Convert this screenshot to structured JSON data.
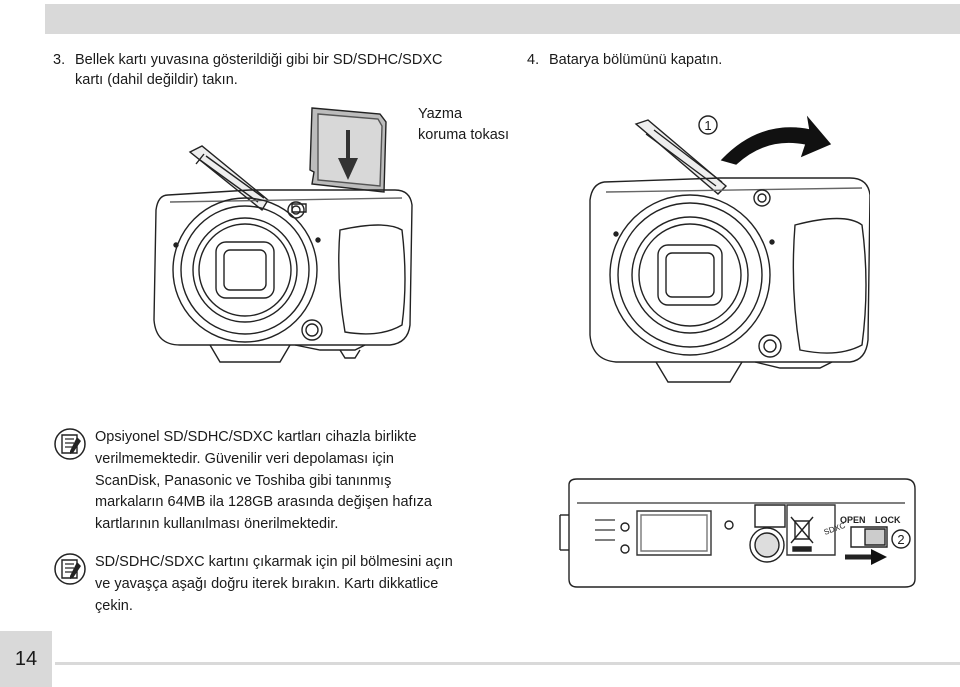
{
  "steps": [
    {
      "number": "3.",
      "line1": "Bellek kartı yuvasına gösterildiği gibi bir SD/SDHC/SDXC",
      "line2": "kartı (dahil değildir) takın."
    },
    {
      "number": "4.",
      "line1": "Batarya bölümünü kapatın."
    }
  ],
  "labels": {
    "write_protect_line1": "Yazma",
    "write_protect_line2": "koruma tokası",
    "callout_1": "①",
    "callout_2": "②",
    "open": "OPEN",
    "lock": "LOCK"
  },
  "notes": [
    {
      "lines": [
        "Opsiyonel SD/SDHC/SDXC kartları cihazla birlikte",
        "verilmemektedir. Güvenilir veri depolaması için",
        "ScanDisk, Panasonic ve Toshiba gibi tanınmış",
        "markaların 64MB ila 128GB arasında değişen hafıza",
        "kartlarının kullanılması önerilmektedir."
      ]
    },
    {
      "lines": [
        "SD/SDHC/SDXC kartını çıkarmak için pil bölmesini açın",
        "ve yavaşça aşağı doğru iterek bırakın. Kartı dikkatlice",
        "çekin."
      ]
    }
  ],
  "page_number": "14",
  "icons": {
    "note": "note-icon",
    "arrow_down": "arrow-down-icon",
    "curved_arrow": "curved-arrow-icon",
    "slide_arrow": "arrow-right-icon"
  }
}
